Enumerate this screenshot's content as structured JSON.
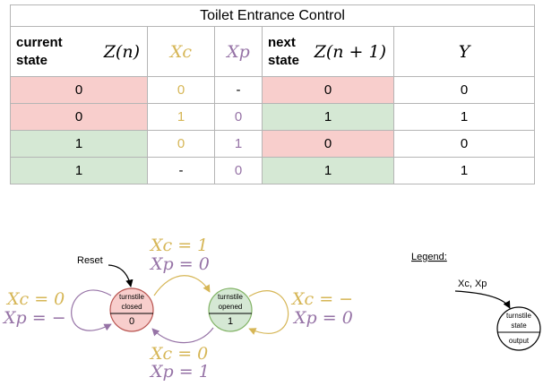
{
  "table": {
    "title": "Toilet Entrance Control",
    "headers": {
      "current_label_1": "current",
      "current_label_2": "state",
      "current_var": "Z(n)",
      "xc": "Xc",
      "xp": "Xp",
      "next_label_1": "next",
      "next_label_2": "state",
      "next_var": "Z(n + 1)",
      "y": "Y"
    },
    "rows": [
      {
        "z": "0",
        "xc": "0",
        "xp": "-",
        "z_next": "0",
        "y": "0"
      },
      {
        "z": "0",
        "xc": "1",
        "xp": "0",
        "z_next": "1",
        "y": "1"
      },
      {
        "z": "1",
        "xc": "0",
        "xp": "1",
        "z_next": "0",
        "y": "0"
      },
      {
        "z": "1",
        "xc": "-",
        "xp": "0",
        "z_next": "1",
        "y": "1"
      }
    ]
  },
  "diagram": {
    "reset_label": "Reset",
    "state_closed": {
      "name_1": "turnstile",
      "name_2": "closed",
      "output": "0"
    },
    "state_opened": {
      "name_1": "turnstile",
      "name_2": "opened",
      "output": "1"
    },
    "loop_closed": {
      "xc": "Xc = 0",
      "xp": "Xp = −"
    },
    "closed_to_opened": {
      "xc": "Xc = 1",
      "xp": "Xp = 0"
    },
    "opened_to_closed": {
      "xc": "Xc = 0",
      "xp": "Xp = 1"
    },
    "loop_opened": {
      "xc": "Xc = −",
      "xp": "Xp = 0"
    }
  },
  "legend": {
    "title": "Legend:",
    "input_label": "Xc, Xp",
    "state_1": "turnstile",
    "state_2": "state",
    "output": "output"
  },
  "colors": {
    "red_fill": "#f8cecc",
    "red_stroke": "#b85450",
    "green_fill": "#d5e8d4",
    "green_stroke": "#82b366",
    "xc_color": "#d6b656",
    "xp_color": "#9673a6"
  }
}
